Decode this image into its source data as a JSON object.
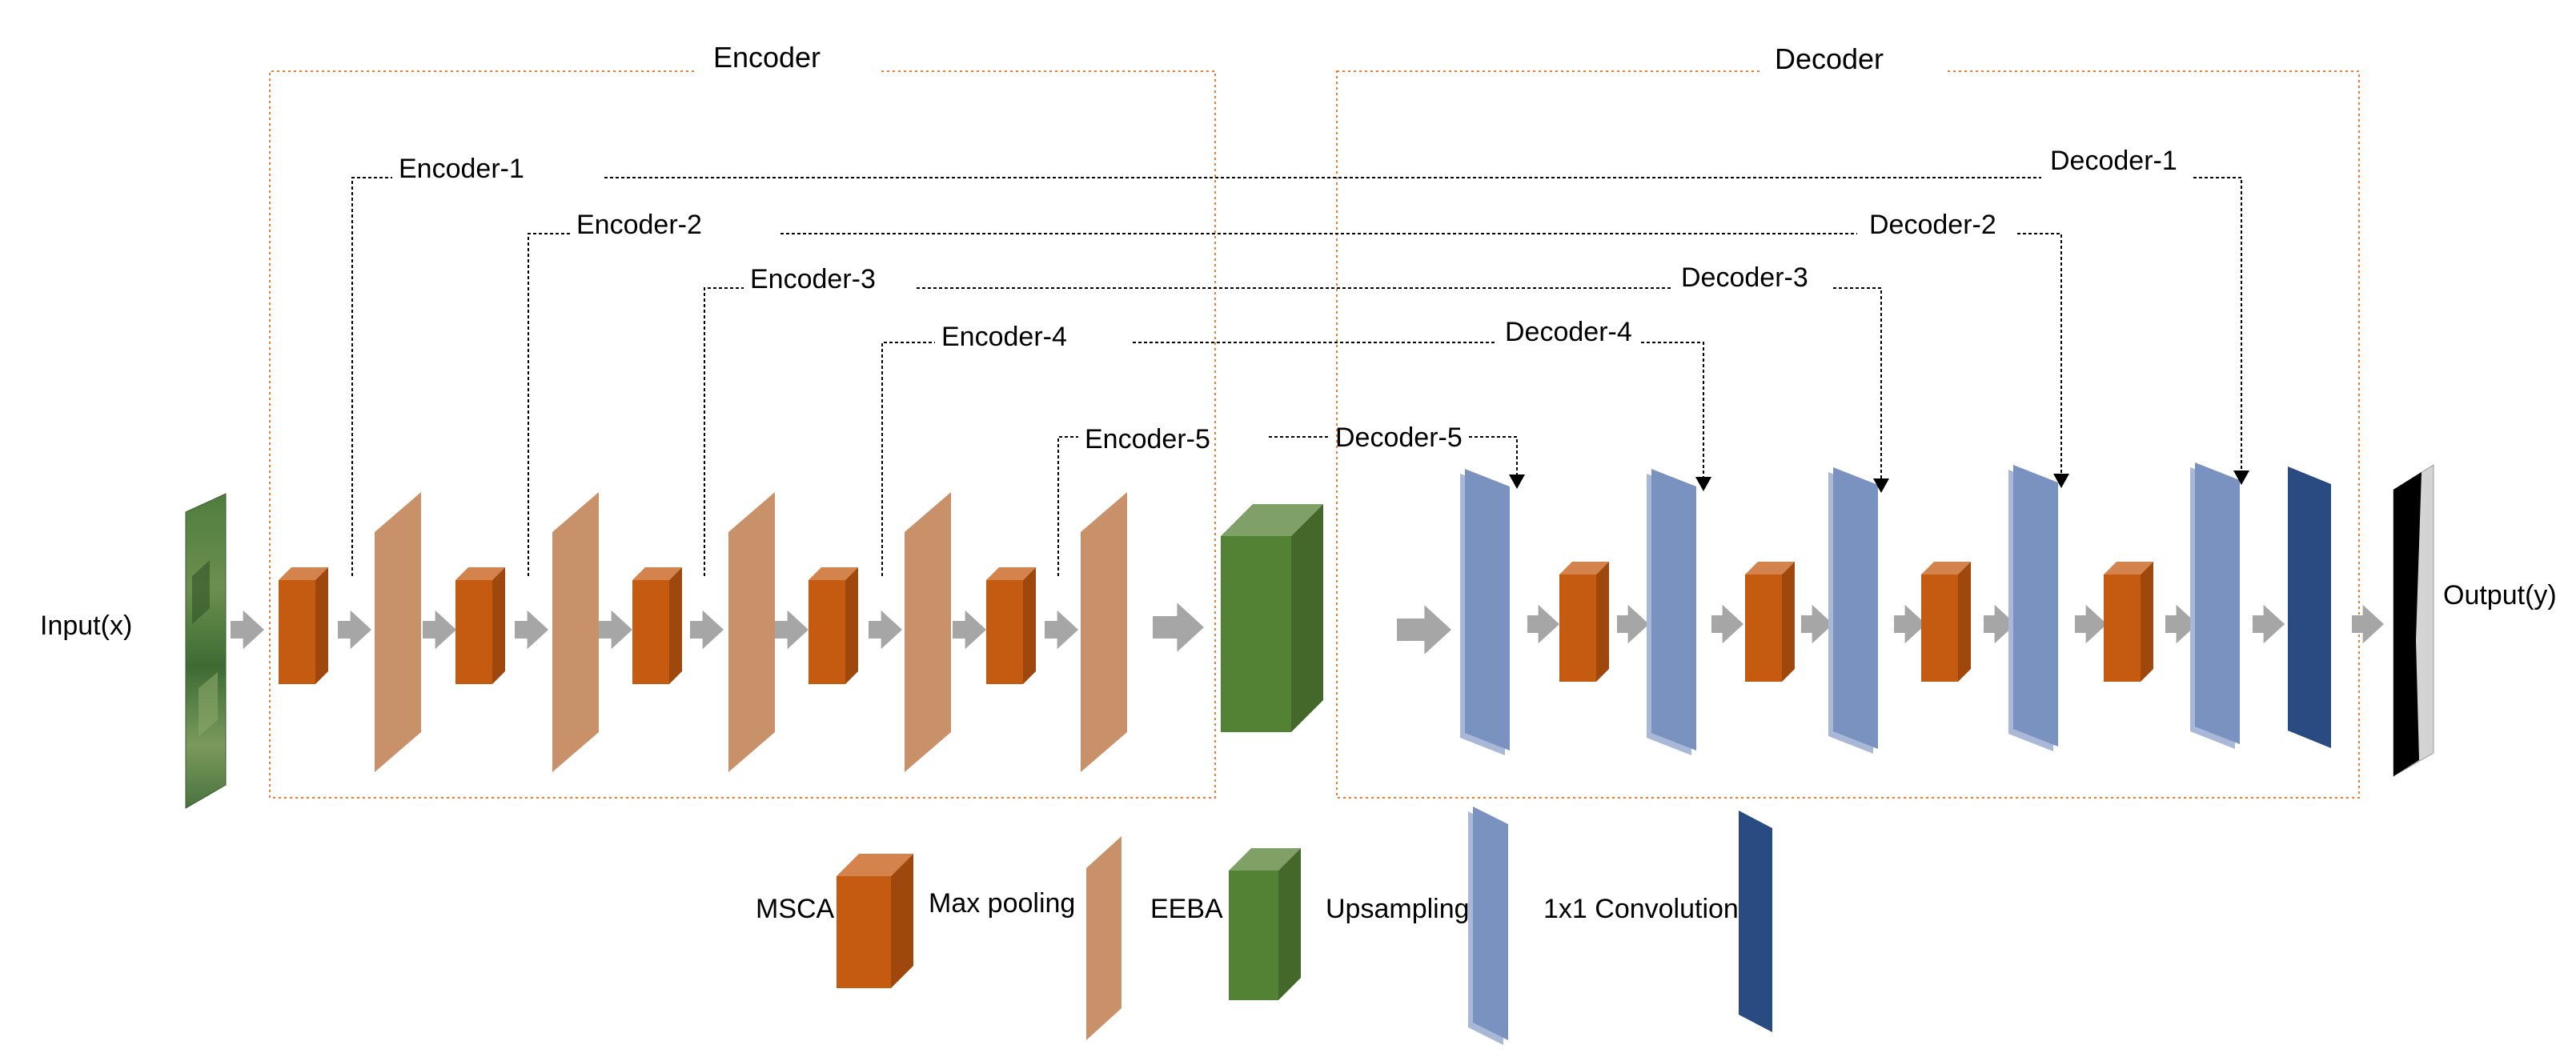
{
  "groups": {
    "encoder": "Encoder",
    "decoder": "Decoder"
  },
  "io": {
    "input": "Input(x)",
    "output": "Output(y)"
  },
  "encoder_stages": [
    "Encoder-1",
    "Encoder-2",
    "Encoder-3",
    "Encoder-4",
    "Encoder-5"
  ],
  "decoder_stages": [
    "Decoder-1",
    "Decoder-2",
    "Decoder-3",
    "Decoder-4",
    "Decoder-5"
  ],
  "legend": {
    "msca": "MSCA",
    "max_pooling": "Max pooling",
    "eeba": "EEBA",
    "upsampling": "Upsampling",
    "conv1x1": "1x1 Convolution"
  },
  "colors": {
    "msca": "#c55a11",
    "max_pooling": "#c9916a",
    "eeba": "#548235",
    "upsampling": "#7a92c0",
    "conv1x1": "#2a4b82",
    "arrow": "#a6a6a6",
    "group_border": "#ed7d31"
  }
}
